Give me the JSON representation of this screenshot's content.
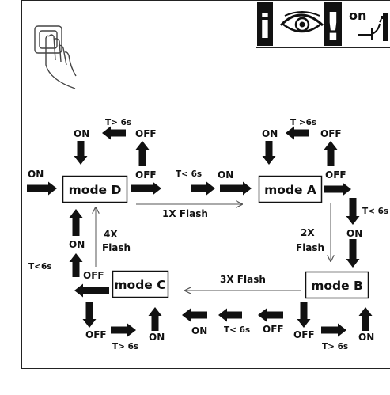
{
  "header": {
    "info_symbol": "i",
    "warning_symbol": "!",
    "on_symbol_text": "on"
  },
  "modes": {
    "a": "mode A",
    "b": "mode B",
    "c": "mode C",
    "d": "mode D"
  },
  "labels": {
    "on": "ON",
    "off": "OFF",
    "t_gt_6s": "T> 6s",
    "t_gt6s_compact": "T >6s",
    "t_lt_6s": "T< 6s",
    "t_lt6s": "T<6s",
    "flash_1x": "1X  Flash",
    "flash_2x": "2X",
    "flash_3x": "3X  Flash",
    "flash_4x": "4X",
    "flash": "Flash"
  },
  "colors": {
    "ink": "#111111",
    "thin_line": "#555555",
    "background": "#ffffff"
  },
  "icons": [
    "info-icon",
    "eye-icon",
    "warning-icon",
    "power-on-icon",
    "hand-press-icon"
  ]
}
